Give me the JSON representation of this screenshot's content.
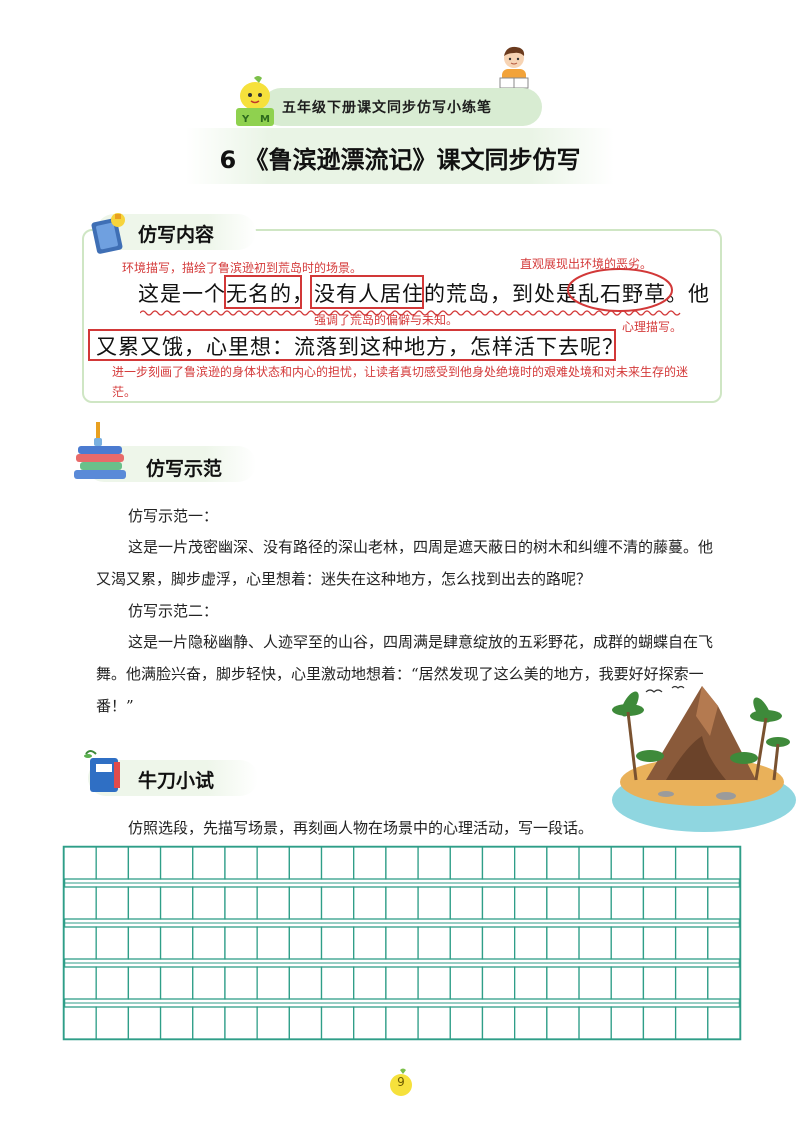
{
  "header": {
    "banner_text": "五年级下册课文同步仿写小练笔",
    "title": "6 《鲁滨逊漂流记》课文同步仿写"
  },
  "section1": {
    "label": "仿写内容",
    "ann_top_left": "环境描写，描绘了鲁滨逊初到荒岛时的场景。",
    "ann_top_right": "直观展现出环境的恶劣。",
    "line1": {
      "p1": "这是一个",
      "p2": "无名的",
      "p3": "，",
      "p4": "没有人居住",
      "p5": "的荒岛，到处是",
      "p6": "乱石野草",
      "p7": "。他"
    },
    "ann_middle": "强调了荒岛的偏僻与未知。",
    "ann_right": "心理描写。",
    "line2": "又累又饿，心里想：流落到这种地方，怎样活下去呢？",
    "ann_bottom": "进一步刻画了鲁滨逊的身体状态和内心的担忧，让读者真切感受到他身处绝境时的艰难处境和对未来生存的迷茫。"
  },
  "section2": {
    "label": "仿写示范",
    "example1_title": "仿写示范一：",
    "example1_text": "这是一片茂密幽深、没有路径的深山老林，四周是遮天蔽日的树木和纠缠不清的藤蔓。他又渴又累，脚步虚浮，心里想着：迷失在这种地方，怎么找到出去的路呢？",
    "example2_title": "仿写示范二：",
    "example2_text": "这是一片隐秘幽静、人迹罕至的山谷，四周满是肆意绽放的五彩野花，成群的蝴蝶自在飞舞。他满脸兴奋，脚步轻快，心里激动地想着：“居然发现了这么美的地方，我要好好探索一番！”"
  },
  "section3": {
    "label": "牛刀小试",
    "instruction": "仿照选段，先描写场景，再刻画人物在场景中的心理活动，写一段话。",
    "grid_rows": 5,
    "grid_cols": 21
  },
  "footer": {
    "page_number": "9"
  },
  "colors": {
    "accent_green": "#2f9e88",
    "annotation_red": "#d43a3a",
    "banner_green": "#d8ecd2"
  },
  "icons": [
    "mascot-lemon-icon",
    "boy-reading-icon",
    "book-icon",
    "books-stack-icon",
    "island-illustration",
    "lemon-icon"
  ]
}
